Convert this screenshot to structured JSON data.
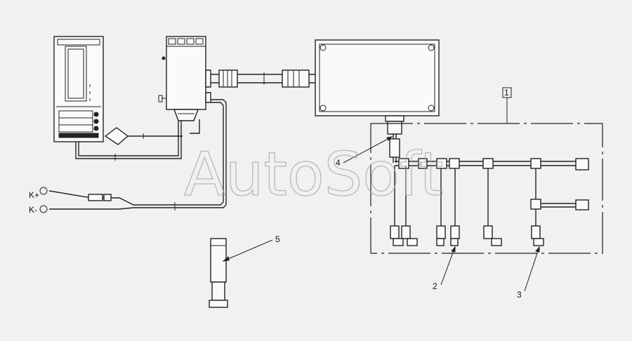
{
  "watermark": "AutoSoft",
  "callouts": {
    "c1": "1",
    "c2": "2",
    "c3": "3",
    "c4": "4",
    "c5": "5"
  },
  "terminals": {
    "positive": "K+",
    "negative": "K-"
  }
}
